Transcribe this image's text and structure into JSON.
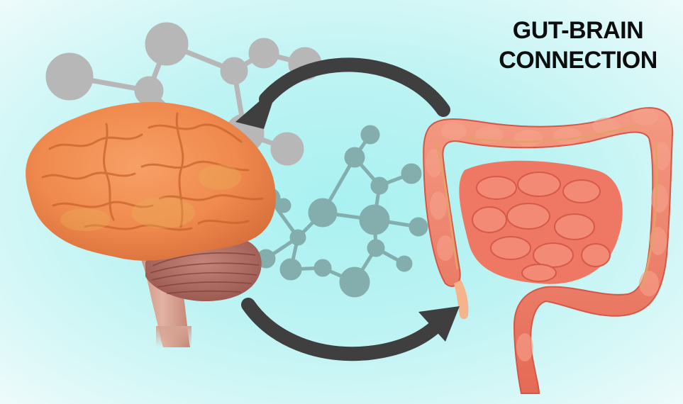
{
  "title": {
    "line1": "GUT-BRAIN",
    "line2": "CONNECTION"
  },
  "colors": {
    "background": "#bdf3f3",
    "brain": "#f08a4e",
    "intestine": "#ec6f5c",
    "arrows": "#3f3f3f",
    "molecules_back": "#b7b7b7",
    "molecules_front": "#7fa7a6"
  },
  "icons": [
    "brain-illustration",
    "intestine-illustration",
    "molecule-network",
    "cycle-arrows"
  ]
}
